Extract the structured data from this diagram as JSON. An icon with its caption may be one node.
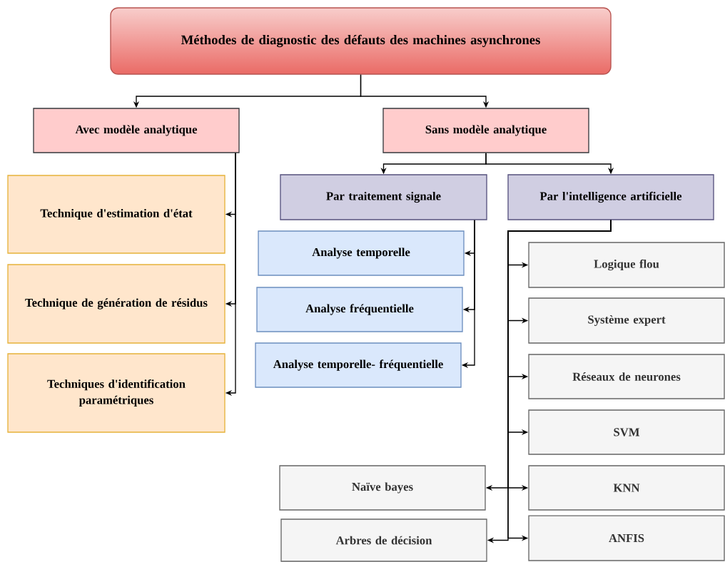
{
  "diagram": {
    "nodes": [
      {
        "text": [
          "Méthodes de diagnostic des défauts des machines asynchrones"
        ]
      },
      {
        "text": [
          "Avec modèle  analytique"
        ]
      },
      {
        "text": [
          "Sans modèle  analytique"
        ]
      },
      {
        "text": [
          "Technique d'estimation d'état"
        ]
      },
      {
        "text": [
          "Technique de génération de résidus"
        ]
      },
      {
        "text": [
          "Techniques d'identification paramétriques"
        ]
      },
      {
        "text": [
          "Par traitement signale"
        ]
      },
      {
        "text": [
          "Par l'intelligence artificielle"
        ]
      },
      {
        "text": [
          "Analyse temporelle"
        ]
      },
      {
        "text": [
          "Analyse fréquentielle"
        ]
      },
      {
        "text": [
          "Analyse temporelle- fréquentielle"
        ]
      },
      {
        "text": [
          "Logique flou"
        ]
      },
      {
        "text": [
          "Système expert"
        ]
      },
      {
        "text": [
          "Réseaux de neurones"
        ]
      },
      {
        "text": [
          "SVM"
        ]
      },
      {
        "text": [
          "KNN"
        ]
      },
      {
        "text": [
          "Naïve bayes"
        ]
      },
      {
        "text": [
          "Arbres de décision"
        ]
      },
      {
        "text": [
          "ANFIS"
        ]
      }
    ],
    "edges": [
      {
        "from": 0,
        "to": 1,
        "arrow": "to"
      },
      {
        "from": 0,
        "to": 2,
        "arrow": "to"
      },
      {
        "from": 1,
        "to": 3,
        "arrow": "to"
      },
      {
        "from": 1,
        "to": 4,
        "arrow": "to"
      },
      {
        "from": 1,
        "to": 5,
        "arrow": "to"
      },
      {
        "from": 2,
        "to": 6,
        "arrow": "to"
      },
      {
        "from": 2,
        "to": 7,
        "arrow": "to"
      },
      {
        "from": 6,
        "to": 8,
        "arrow": "to"
      },
      {
        "from": 6,
        "to": 9,
        "arrow": "to"
      },
      {
        "from": 6,
        "to": 10,
        "arrow": "to"
      },
      {
        "from": 7,
        "to": 11,
        "arrow": "to"
      },
      {
        "from": 7,
        "to": 12,
        "arrow": "to"
      },
      {
        "from": 7,
        "to": 13,
        "arrow": "to"
      },
      {
        "from": 7,
        "to": 14,
        "arrow": "to"
      },
      {
        "from": 7,
        "to": 15,
        "arrow": "to"
      },
      {
        "from": 7,
        "to": 16,
        "arrow": "to"
      },
      {
        "from": 7,
        "to": 17,
        "arrow": "to"
      },
      {
        "from": 7,
        "to": 18,
        "arrow": "to"
      }
    ]
  }
}
